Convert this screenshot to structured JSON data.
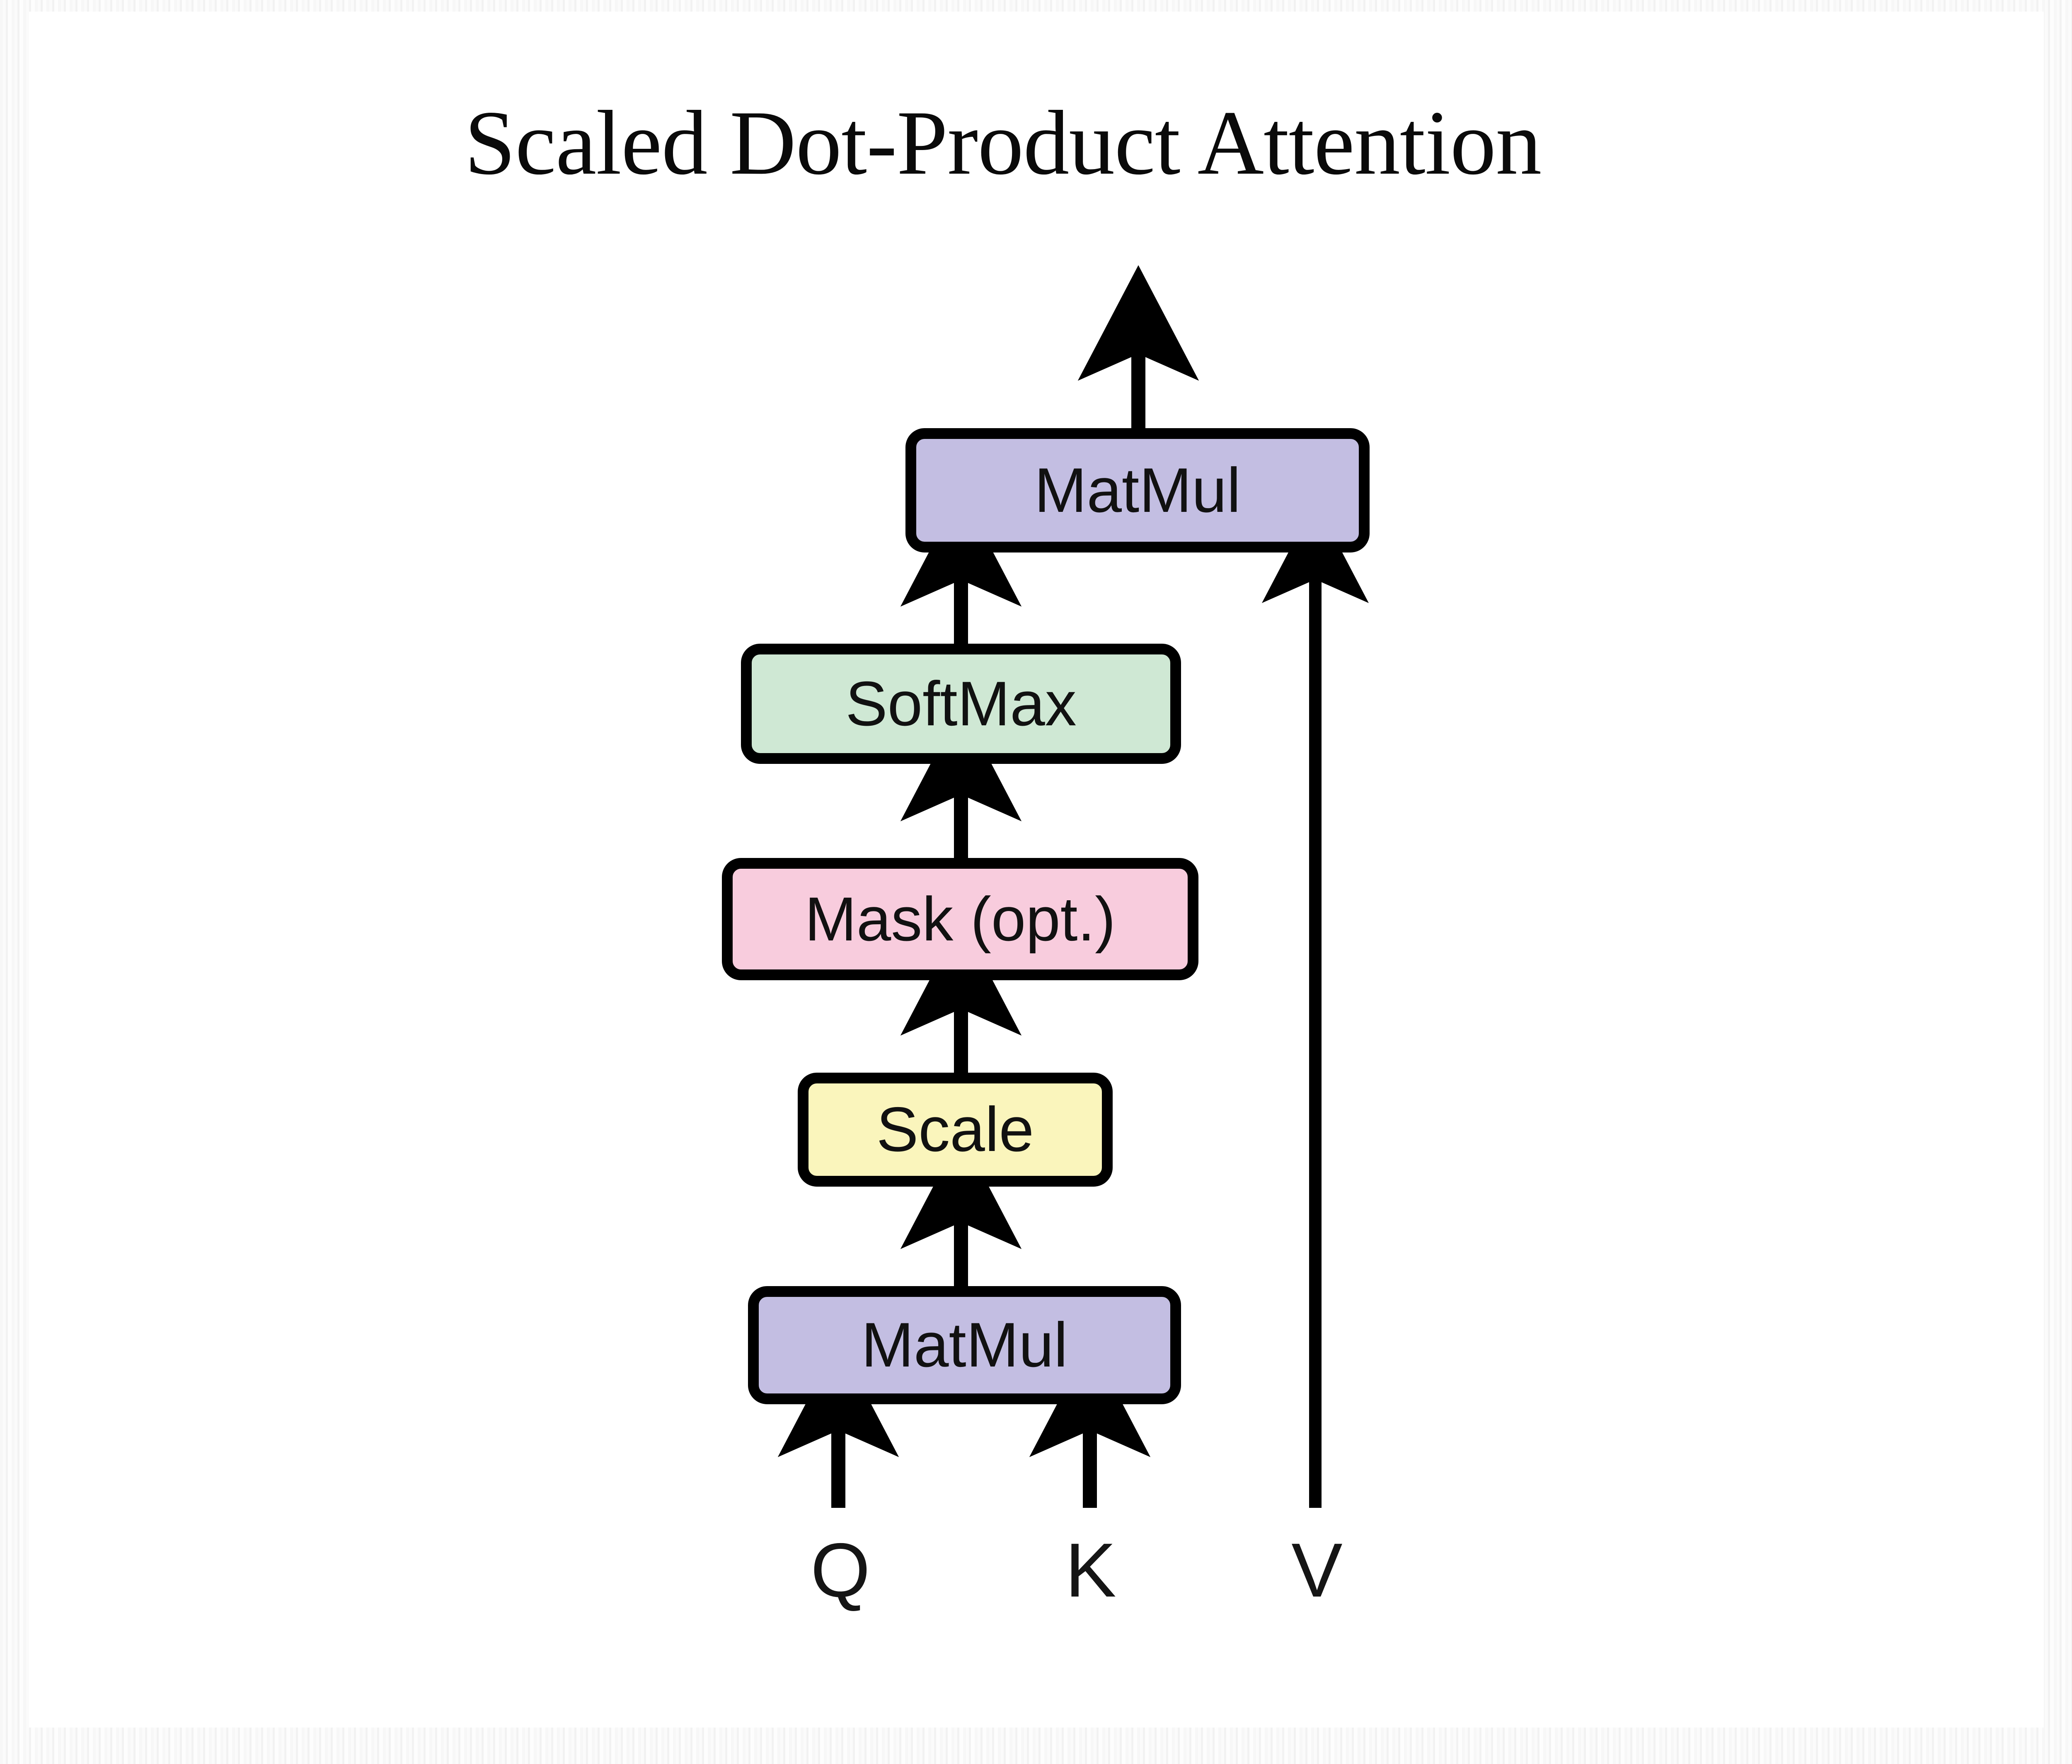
{
  "slide": {
    "title": "Scaled Dot-Product Attention",
    "background_color": "#ffffff",
    "frame_color": "#f5f5f5"
  },
  "diagram": {
    "type": "flowchart",
    "orientation": "bottom-to-top",
    "nodes": [
      {
        "id": "matmul-top",
        "label": "MatMul",
        "fill": "#c3bee2",
        "stroke": "#000000",
        "shape": "rounded-rect"
      },
      {
        "id": "softmax",
        "label": "SoftMax",
        "fill": "#cfe8d4",
        "stroke": "#000000",
        "shape": "rounded-rect"
      },
      {
        "id": "mask",
        "label": "Mask (opt.)",
        "fill": "#f8ccdd",
        "stroke": "#000000",
        "shape": "rounded-rect"
      },
      {
        "id": "scale",
        "label": "Scale",
        "fill": "#faf5bc",
        "stroke": "#000000",
        "shape": "rounded-rect"
      },
      {
        "id": "matmul-bottom",
        "label": "MatMul",
        "fill": "#c3bee2",
        "stroke": "#000000",
        "shape": "rounded-rect"
      }
    ],
    "inputs": [
      {
        "id": "input-q",
        "label": "Q",
        "target": "matmul-bottom"
      },
      {
        "id": "input-k",
        "label": "K",
        "target": "matmul-bottom"
      },
      {
        "id": "input-v",
        "label": "V",
        "target": "matmul-top"
      }
    ],
    "edges": [
      {
        "from": "input-q",
        "to": "matmul-bottom",
        "arrow": true
      },
      {
        "from": "input-k",
        "to": "matmul-bottom",
        "arrow": true
      },
      {
        "from": "matmul-bottom",
        "to": "scale",
        "arrow": true
      },
      {
        "from": "scale",
        "to": "mask",
        "arrow": true
      },
      {
        "from": "mask",
        "to": "softmax",
        "arrow": true
      },
      {
        "from": "softmax",
        "to": "matmul-top",
        "arrow": true
      },
      {
        "from": "input-v",
        "to": "matmul-top",
        "arrow": true
      },
      {
        "from": "matmul-top",
        "to": "output",
        "arrow": true
      }
    ],
    "output": {
      "id": "output-arrow",
      "label": ""
    }
  }
}
